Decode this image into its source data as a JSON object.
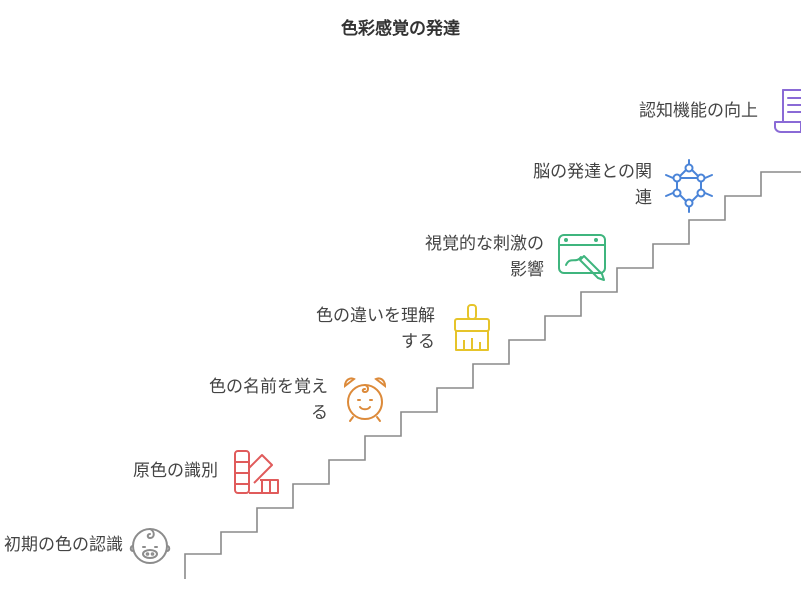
{
  "title": "色彩感覚の発達",
  "steps": [
    {
      "line1": "初期の色の認識",
      "line2": "",
      "icon": "baby-face-icon",
      "color": "#8c8c8c"
    },
    {
      "line1": "原色の識別",
      "line2": "",
      "icon": "color-swatch-icon",
      "color": "#e05b5b"
    },
    {
      "line1": "色の名前を覚え",
      "line2": "る",
      "icon": "alarm-clock-icon",
      "color": "#dc8a3a"
    },
    {
      "line1": "色の違いを理解",
      "line2": "する",
      "icon": "paint-brush-icon",
      "color": "#e6c42a"
    },
    {
      "line1": "視覚的な刺激の",
      "line2": "影響",
      "icon": "drawing-tablet-icon",
      "color": "#3fb57e"
    },
    {
      "line1": "脳の発達との関",
      "line2": "連",
      "icon": "neural-network-icon",
      "color": "#4a84d8"
    },
    {
      "line1": "認知機能の向上",
      "line2": "",
      "icon": "scroll-icon",
      "color": "#8a6ad6"
    }
  ]
}
